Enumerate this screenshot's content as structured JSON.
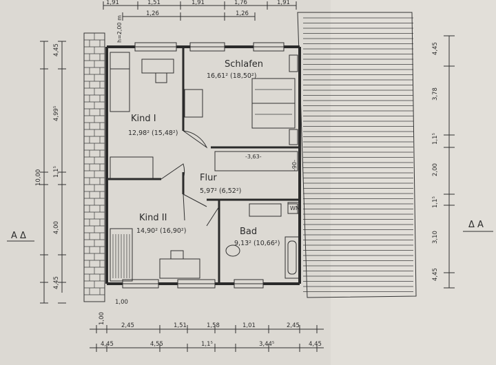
{
  "rooms": {
    "schlafen": {
      "name": "Schlafen",
      "area": "16,61² (18,50²)"
    },
    "kind1": {
      "name": "Kind I",
      "area": "12,98² (15,48²)"
    },
    "flur": {
      "name": "Flur",
      "area": "5,97² (6,52²)"
    },
    "kind2": {
      "name": "Kind II",
      "area": "14,90² (16,90²)"
    },
    "bad": {
      "name": "Bad",
      "area": "9,13² (10,66²)"
    }
  },
  "labels": {
    "height": "h=2,00 m",
    "wm": "WM",
    "section_left": "A Δ",
    "section_right": "Δ A",
    "inner_dim_363": "-3,63-",
    "inner_dim_90": "-90-"
  },
  "dims": {
    "top_row1": [
      "1,91",
      "1,51",
      "1,91",
      "1,76",
      "1,91"
    ],
    "top_row2": [
      "1,26",
      "1,26"
    ],
    "left_col": [
      "4,45",
      "4,99⁵",
      "1,1⁵",
      "4,00",
      "4,45"
    ],
    "left_total": "10,00",
    "right_col": [
      "4,45",
      "3,78",
      "1,1⁵",
      "2,00",
      "1,1⁵",
      "3,10",
      "4,45"
    ],
    "bottom_row1": [
      "2,45",
      "1,51",
      "1,58",
      "1,01",
      "2,45"
    ],
    "bottom_row2": [
      "4,45",
      "4,55",
      "1,1⁵",
      "3,44⁵",
      "4,45"
    ],
    "bottom_small": [
      "1,00",
      "1,00"
    ]
  }
}
